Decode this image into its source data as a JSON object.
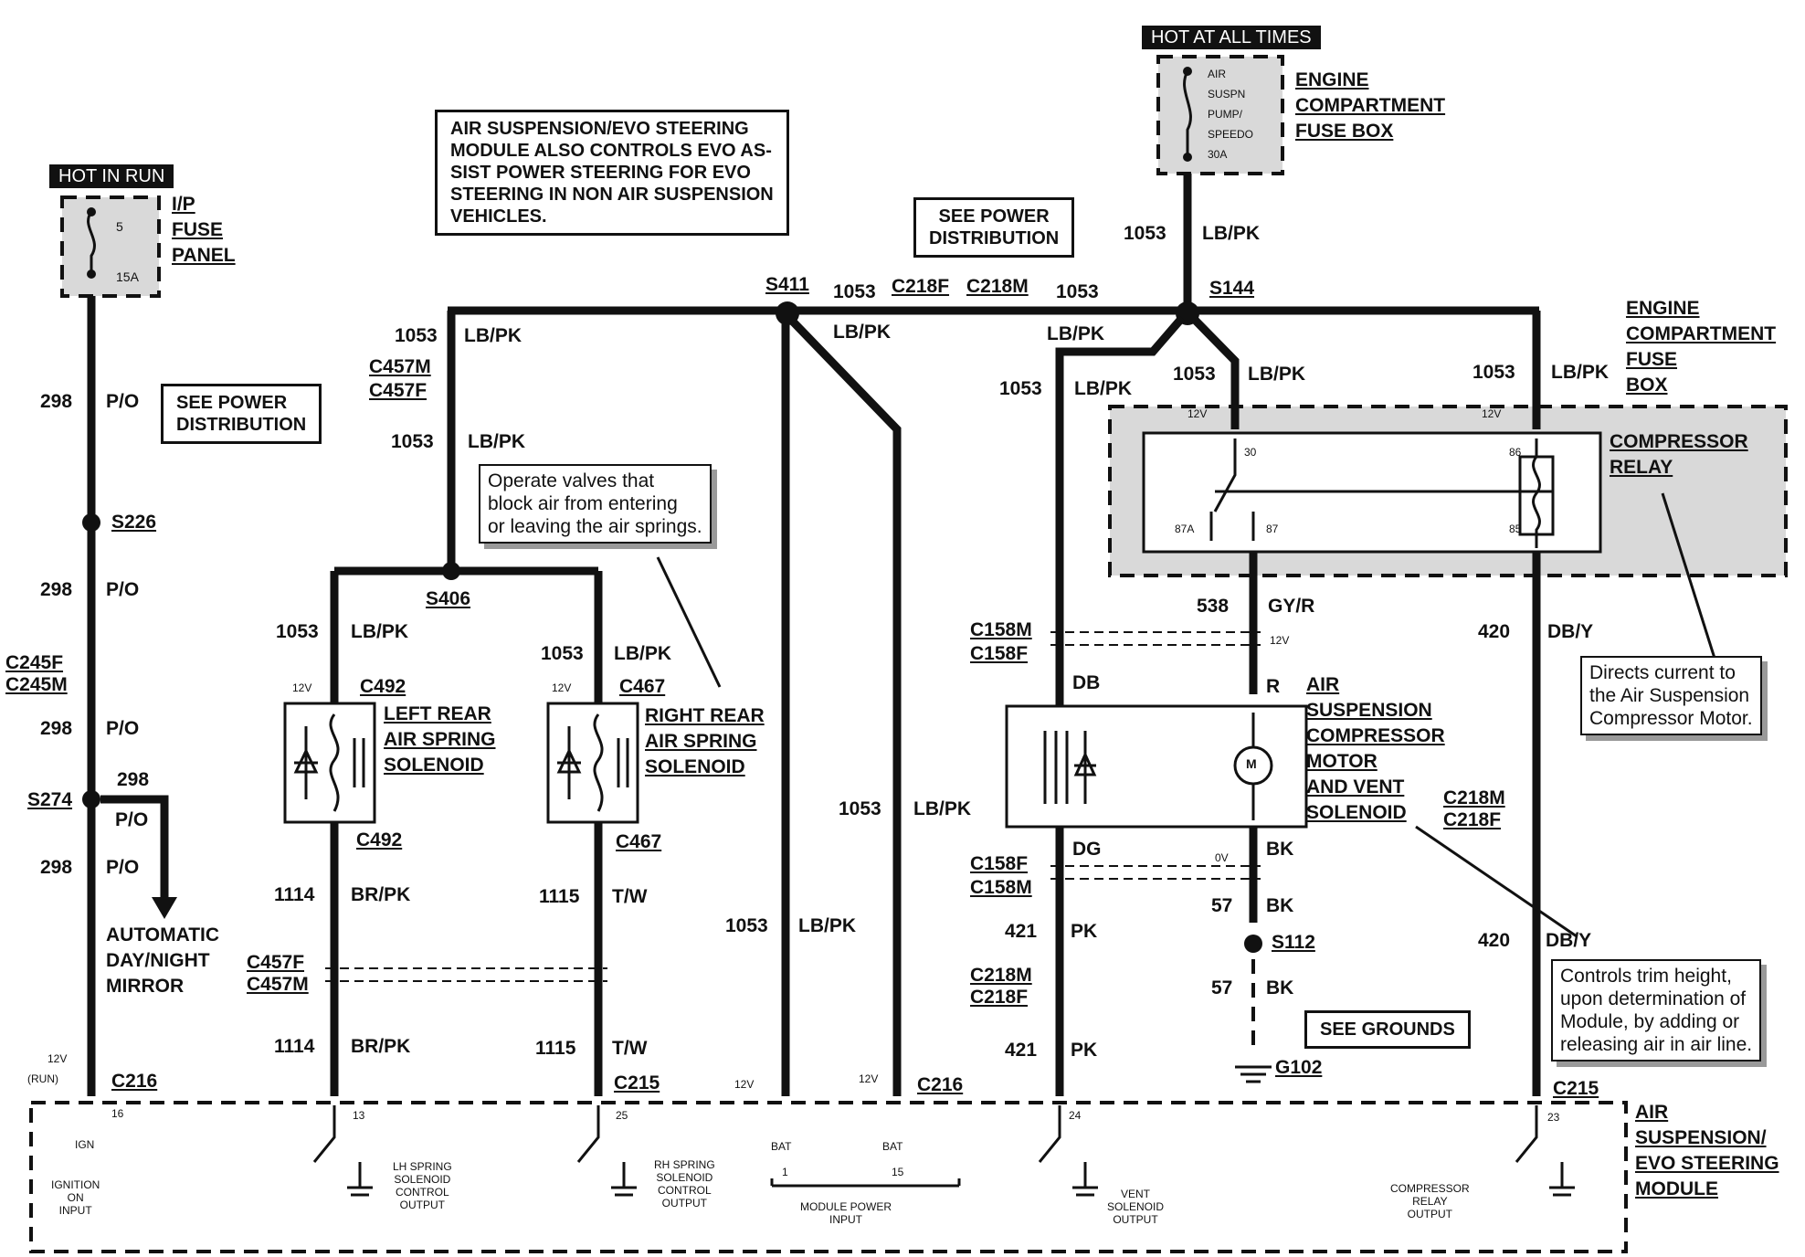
{
  "hot_labels": {
    "hot_in_run": "HOT IN RUN",
    "hot_at_all_times": "HOT AT ALL TIMES"
  },
  "fuses": {
    "ip": {
      "panel": [
        "I/P",
        "FUSE",
        "PANEL"
      ],
      "number": "5",
      "rating": "15A"
    },
    "engine": {
      "panel": [
        "ENGINE",
        "COMPARTMENT",
        "FUSE BOX"
      ],
      "name": [
        "AIR",
        "SUSPN",
        "PUMP/",
        "SPEEDO"
      ],
      "rating": "30A"
    }
  },
  "notes": {
    "module_controls": [
      "AIR SUSPENSION/EVO STEERING",
      "MODULE ALSO CONTROLS EVO AS-",
      "SIST POWER STEERING FOR EVO",
      "STEERING IN NON AIR SUSPENSION",
      "VEHICLES."
    ],
    "see_power_distribution": [
      "SEE POWER",
      "DISTRIBUTION"
    ],
    "see_grounds": "SEE GROUNDS"
  },
  "callouts": {
    "valves": [
      "Operate valves that",
      "block air from entering",
      "or leaving the air springs."
    ],
    "relay": [
      "Directs current to",
      "the Air Suspension",
      "Compressor Motor."
    ],
    "trim": [
      "Controls trim height,",
      "upon determination of",
      "Module, by adding or",
      "releasing air in air line."
    ]
  },
  "splices": {
    "s411": "S411",
    "s144": "S144",
    "s226": "S226",
    "s274": "S274",
    "s406": "S406",
    "s112": "S112",
    "g102": "G102"
  },
  "connectors": {
    "c218f": "C218F",
    "c218m": "C218M",
    "c457m": "C457M",
    "c457f": "C457F",
    "c245f": "C245F",
    "c245m": "C245M",
    "c492": "C492",
    "c467": "C467",
    "c158m": "C158M",
    "c158f": "C158F",
    "c216": "C216",
    "c215": "C215"
  },
  "circuits": {
    "c298": "298",
    "po": "P/O",
    "c1053": "1053",
    "lbpk": "LB/PK",
    "c1114": "1114",
    "brpk": "BR/PK",
    "c1115": "1115",
    "tw": "T/W",
    "c538": "538",
    "gyr": "GY/R",
    "c420": "420",
    "dby_a": "DB/Y",
    "dby_b": "DB/Y",
    "c421": "421",
    "pk": "PK",
    "c57": "57",
    "bk": "BK",
    "db": "DB",
    "r": "R",
    "dg": "DG"
  },
  "voltages": {
    "v12": "12V",
    "v0": "0V",
    "run": "(RUN)"
  },
  "components": {
    "left_solenoid": [
      "LEFT REAR",
      "AIR SPRING",
      "SOLENOID"
    ],
    "right_solenoid": [
      "RIGHT REAR",
      "AIR SPRING",
      "SOLENOID"
    ],
    "compressor_relay": [
      "COMPRESSOR",
      "RELAY"
    ],
    "engine_fuse_box": [
      "ENGINE",
      "COMPARTMENT",
      "FUSE",
      "BOX"
    ],
    "compressor_motor": [
      "AIR",
      "SUSPENSION",
      "COMPRESSOR",
      "MOTOR",
      "AND VENT",
      "SOLENOID"
    ],
    "mirror": [
      "AUTOMATIC",
      "DAY/NIGHT",
      "MIRROR"
    ],
    "module": [
      "AIR",
      "SUSPENSION/",
      "EVO STEERING",
      "MODULE"
    ],
    "motor_symbol": "M"
  },
  "relay_pins": {
    "p30": "30",
    "p86": "86",
    "p87a": "87A",
    "p87": "87",
    "p85": "85"
  },
  "module_pins": {
    "p16": "16",
    "p13": "13",
    "p25": "25",
    "p1": "1",
    "p15": "15",
    "p24": "24",
    "p23": "23",
    "ign": "IGN",
    "bat": "BAT",
    "ignition_on_input": [
      "IGNITION",
      "ON",
      "INPUT"
    ],
    "lh_output": [
      "LH SPRING",
      "SOLENOID",
      "CONTROL",
      "OUTPUT"
    ],
    "rh_output": [
      "RH SPRING",
      "SOLENOID",
      "CONTROL",
      "OUTPUT"
    ],
    "module_power_input": [
      "MODULE POWER",
      "INPUT"
    ],
    "vent_output": [
      "VENT",
      "SOLENOID",
      "OUTPUT"
    ],
    "relay_output": [
      "COMPRESSOR",
      "RELAY",
      "OUTPUT"
    ]
  }
}
